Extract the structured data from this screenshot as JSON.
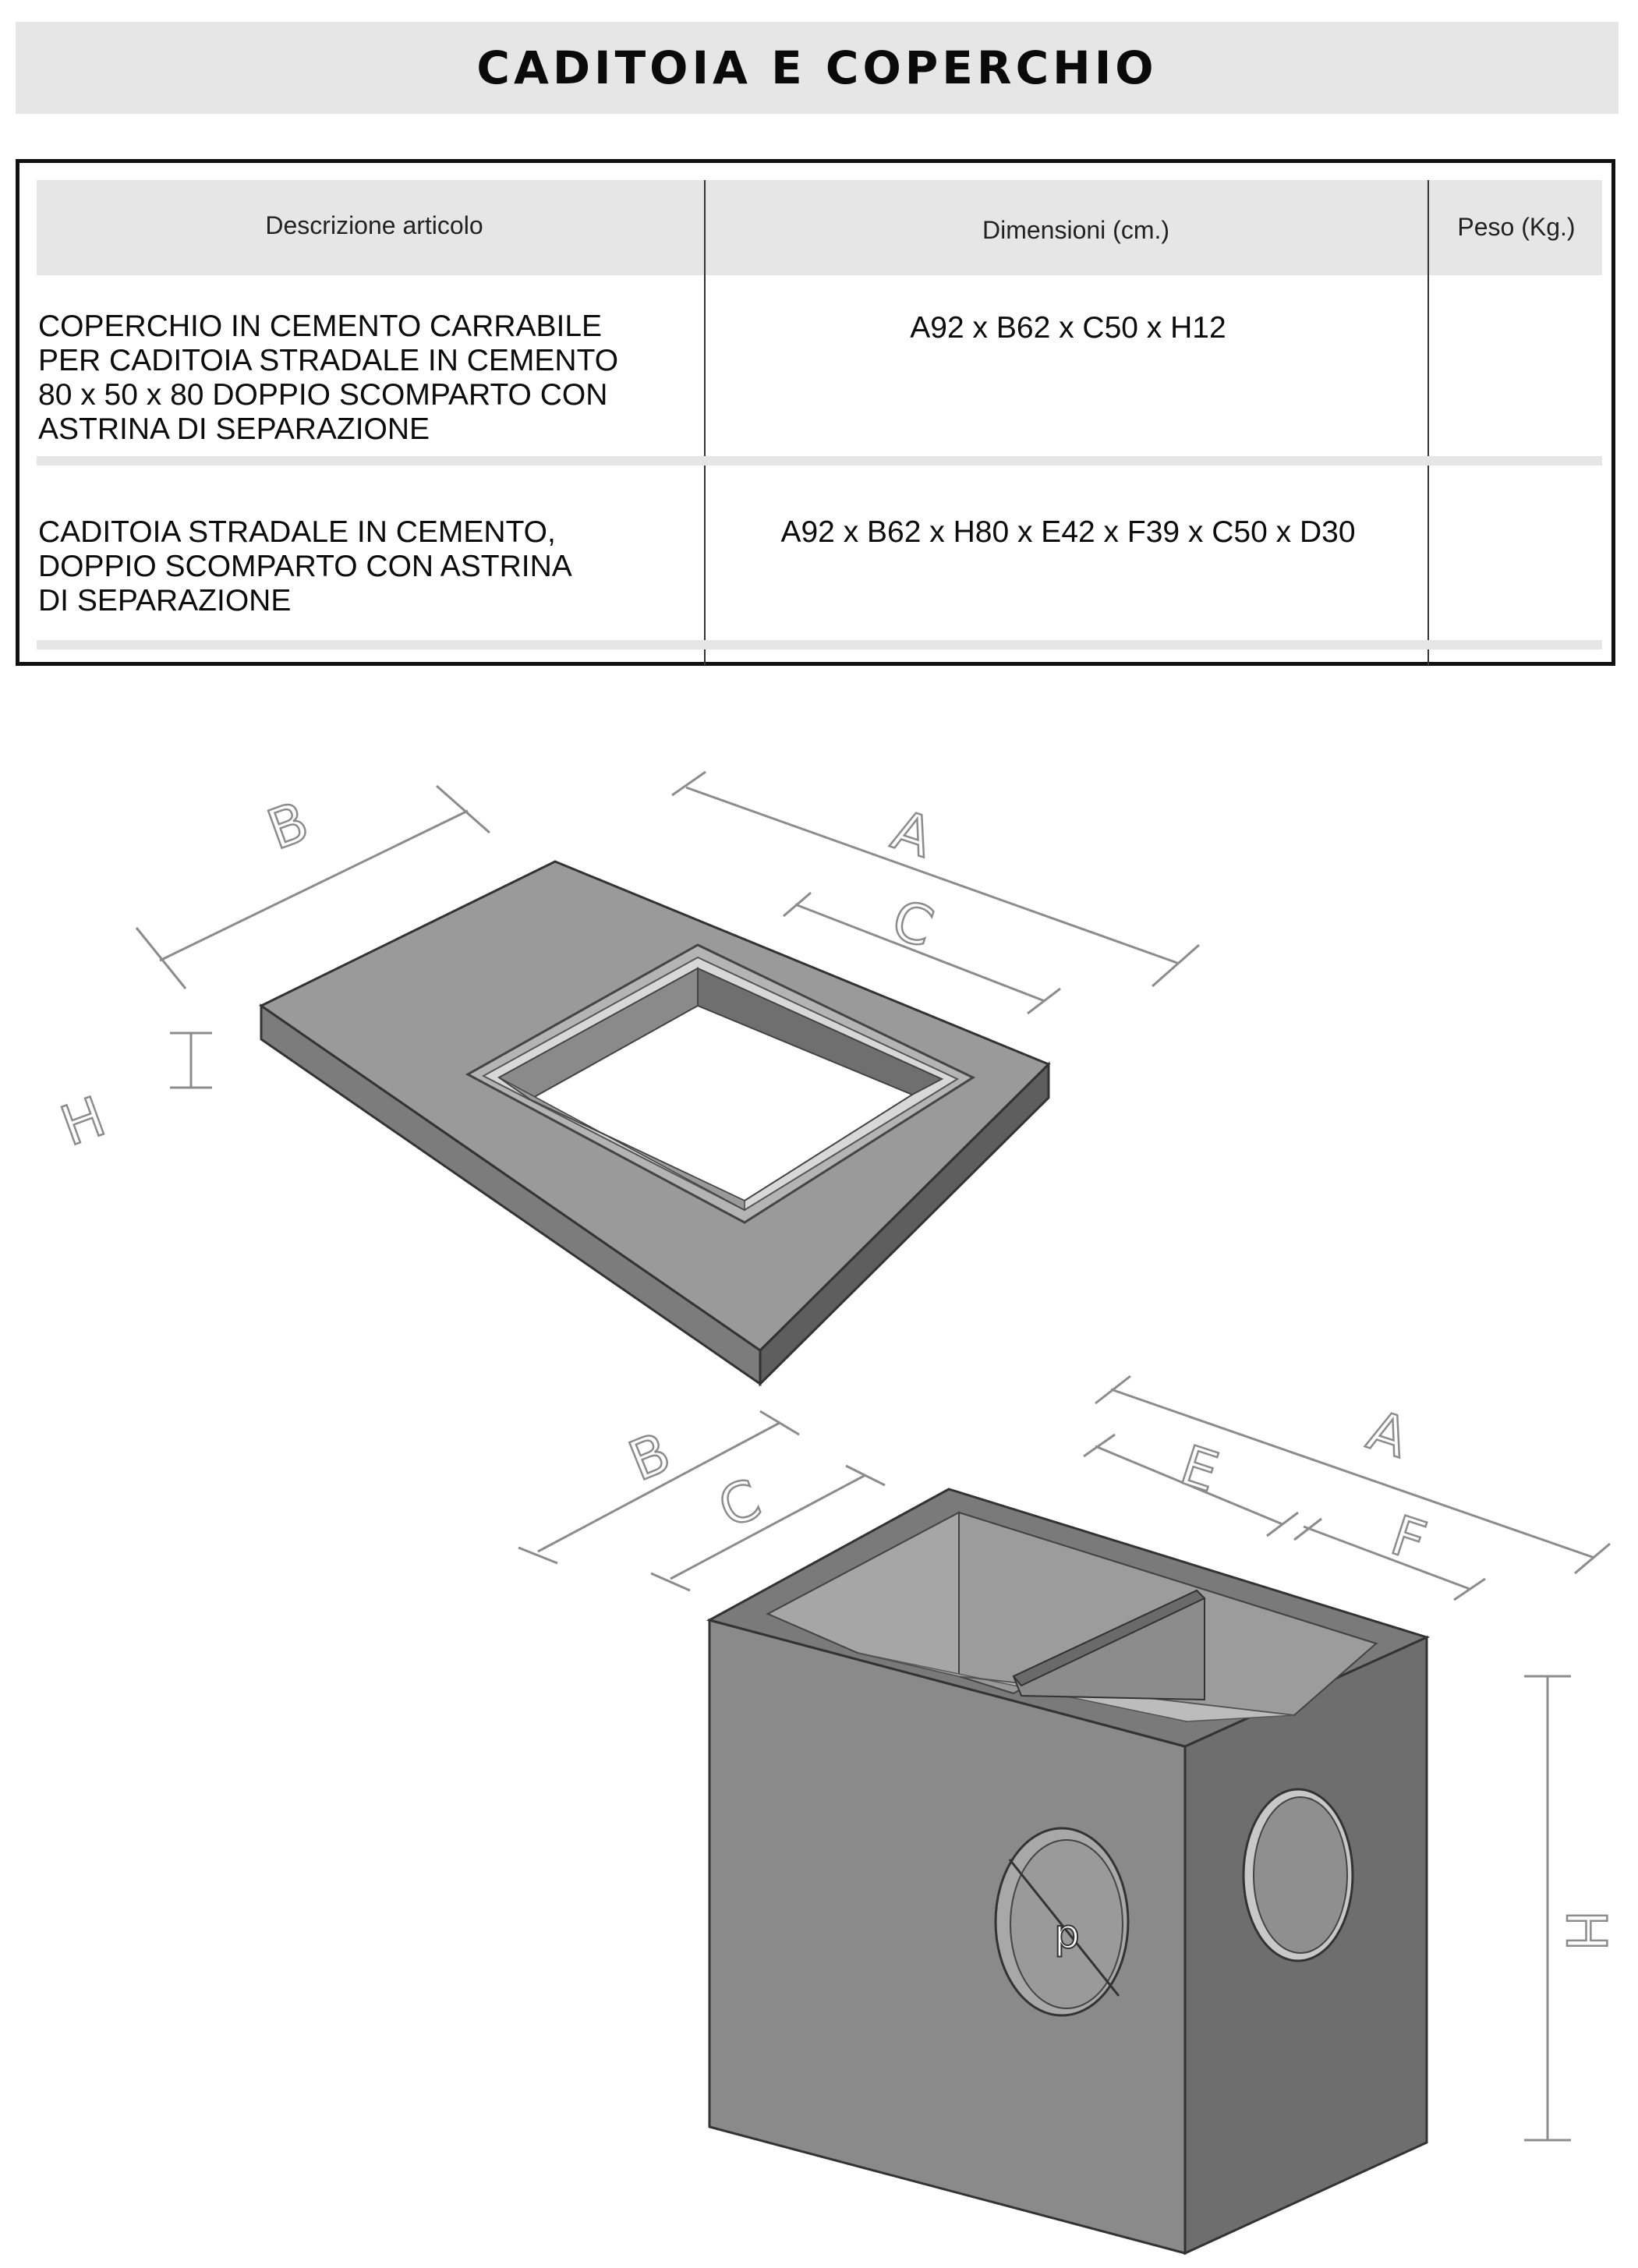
{
  "title": "CADITOIA E COPERCHIO",
  "table": {
    "headers": [
      "Descrizione articolo",
      "Dimensioni (cm.)",
      "Peso (Kg.)"
    ],
    "rows": [
      {
        "description_lines": [
          "COPERCHIO IN CEMENTO CARRABILE",
          "PER CADITOIA STRADALE IN CEMENTO",
          "80 x 50 x 80 DOPPIO SCOMPARTO CON",
          "ASTRINA DI SEPARAZIONE"
        ],
        "dimensions": "A92 x B62 x C50 x H12",
        "weight": ""
      },
      {
        "description_lines": [
          "CADITOIA STRADALE IN CEMENTO,",
          "DOPPIO SCOMPARTO CON ASTRINA",
          "DI SEPARAZIONE"
        ],
        "dimensions": "A92 x B62 x H80 x E42 x F39 x C50 x D30",
        "weight": ""
      }
    ]
  },
  "diagram": {
    "cover_labels": {
      "a": "A",
      "b": "B",
      "c": "C",
      "h": "H"
    },
    "box_labels": {
      "a": "A",
      "b": "B",
      "c": "C",
      "e": "E",
      "f": "F",
      "h": "H",
      "d": "d"
    }
  },
  "colors": {
    "header_bg": "#e6e6e6",
    "concrete_top": "#9a9a9a",
    "concrete_side": "#6e6e6e",
    "concrete_front": "#8a8a8a"
  }
}
